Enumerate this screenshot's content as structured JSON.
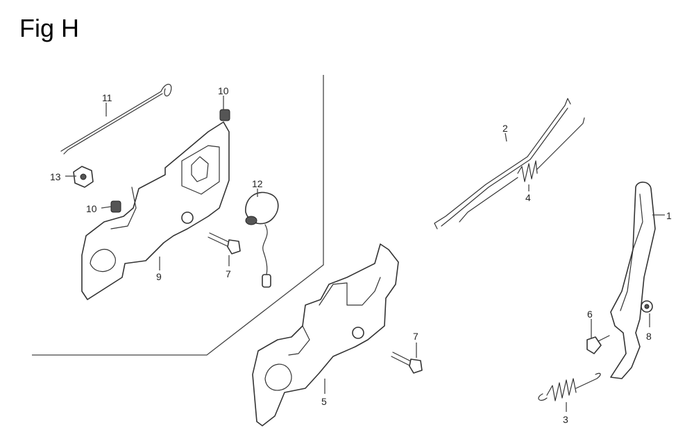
{
  "figure": {
    "title": "Fig H"
  },
  "callouts": {
    "c1": "1",
    "c2": "2",
    "c3": "3",
    "c4": "4",
    "c5": "5",
    "c6": "6",
    "c7a": "7",
    "c7b": "7",
    "c8": "8",
    "c9": "9",
    "c10a": "10",
    "c10b": "10",
    "c11": "11",
    "c12": "12",
    "c13": "13"
  }
}
